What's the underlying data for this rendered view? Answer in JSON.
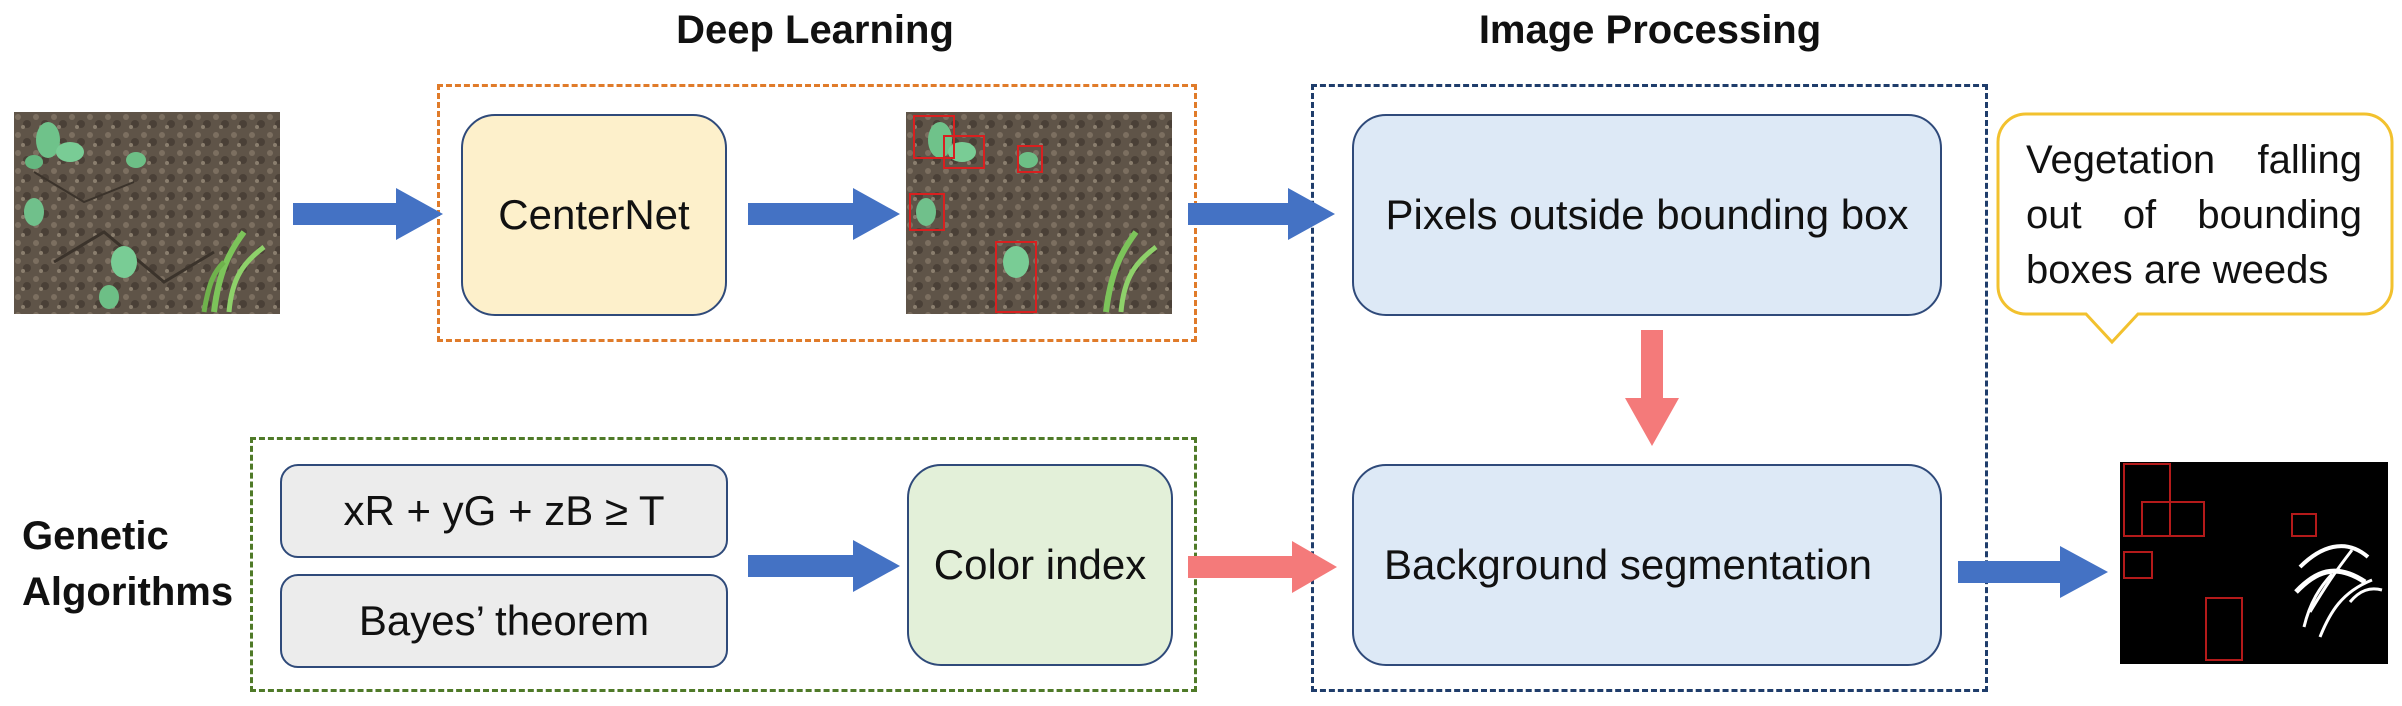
{
  "headings": {
    "deep_learning": "Deep Learning",
    "image_processing": "Image Processing",
    "genetic_algorithms_line1": "Genetic",
    "genetic_algorithms_line2": "Algorithms"
  },
  "nodes": {
    "centernet": "CenterNet",
    "pixels_outside": "Pixels outside bounding box",
    "background_segmentation": "Background segmentation",
    "color_index": "Color index",
    "formula": "xR + yG + zB ≥ T",
    "bayes": "Bayes’ theorem"
  },
  "callout": {
    "line1_words": [
      "Vegetation",
      "falling"
    ],
    "line2_words": [
      "out",
      "of",
      "bounding"
    ],
    "line3": "boxes are weeds"
  },
  "colors": {
    "blue_arrow": "#4472c4",
    "red_arrow": "#f47a7a",
    "orange_dash": "#e07b2a",
    "navy_dash": "#1f3d6b",
    "green_dash": "#4f7a28",
    "callout_border": "#f2c12e",
    "bbox_red": "#d82020"
  }
}
